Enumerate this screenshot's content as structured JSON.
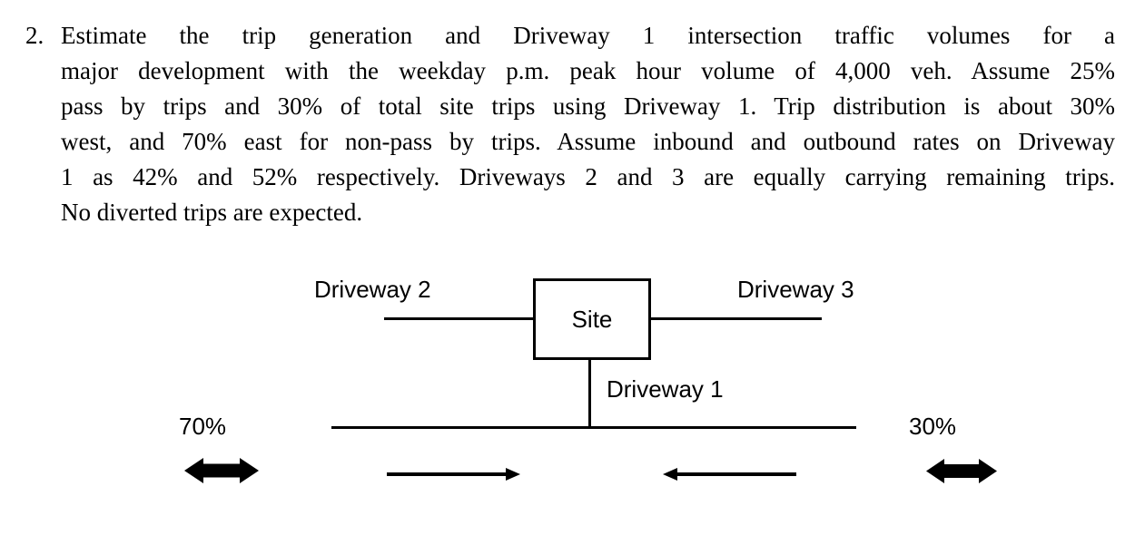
{
  "colors": {
    "ink": "#000000",
    "background": "#ffffff"
  },
  "problem": {
    "number": "2.",
    "lines": [
      "Estimate the trip generation and Driveway 1 intersection traffic volumes for a",
      "major development with the weekday p.m. peak hour volume of 4,000 veh. Assume 25%",
      "pass by trips and 30% of total site trips using Driveway 1. Trip distribution is about 30%",
      "west, and 70% east for non-pass by trips. Assume inbound and outbound rates on Driveway",
      "1 as 42% and 52% respectively. Driveways 2 and 3 are equally carrying remaining trips.",
      "No diverted trips are expected."
    ]
  },
  "diagram": {
    "site_label": "Site",
    "driveway1_label": "Driveway 1",
    "driveway2_label": "Driveway 2",
    "driveway3_label": "Driveway 3",
    "west_percent": "70%",
    "east_percent": "30%"
  }
}
